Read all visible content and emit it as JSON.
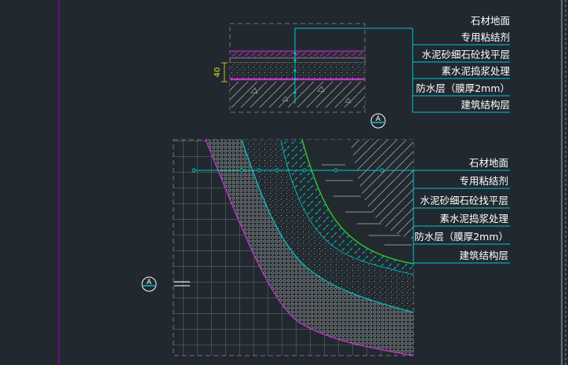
{
  "detail_top": {
    "layers": [
      "石材地面",
      "专用粘结剂",
      "水泥砂细石砼找平层",
      "素水泥捣浆处理",
      "防水层（膜厚2mm）",
      "建筑结构层"
    ],
    "dimension": "40",
    "section_mark": "A"
  },
  "detail_bottom": {
    "layers": [
      "石材地面",
      "专用粘结剂",
      "水泥砂细石砼找平层",
      "素水泥捣浆处理",
      "防水层（膜厚2mm）",
      "建筑结构层"
    ],
    "section_mark": "A"
  },
  "colors": {
    "background": "#212830",
    "leader": "#00c8c8",
    "frame": "#a000a0",
    "magenta": "#c832c8",
    "green": "#32c832",
    "grid": "#8c8c8c",
    "text": "#ffffff",
    "dimension": "#e6e61e"
  }
}
